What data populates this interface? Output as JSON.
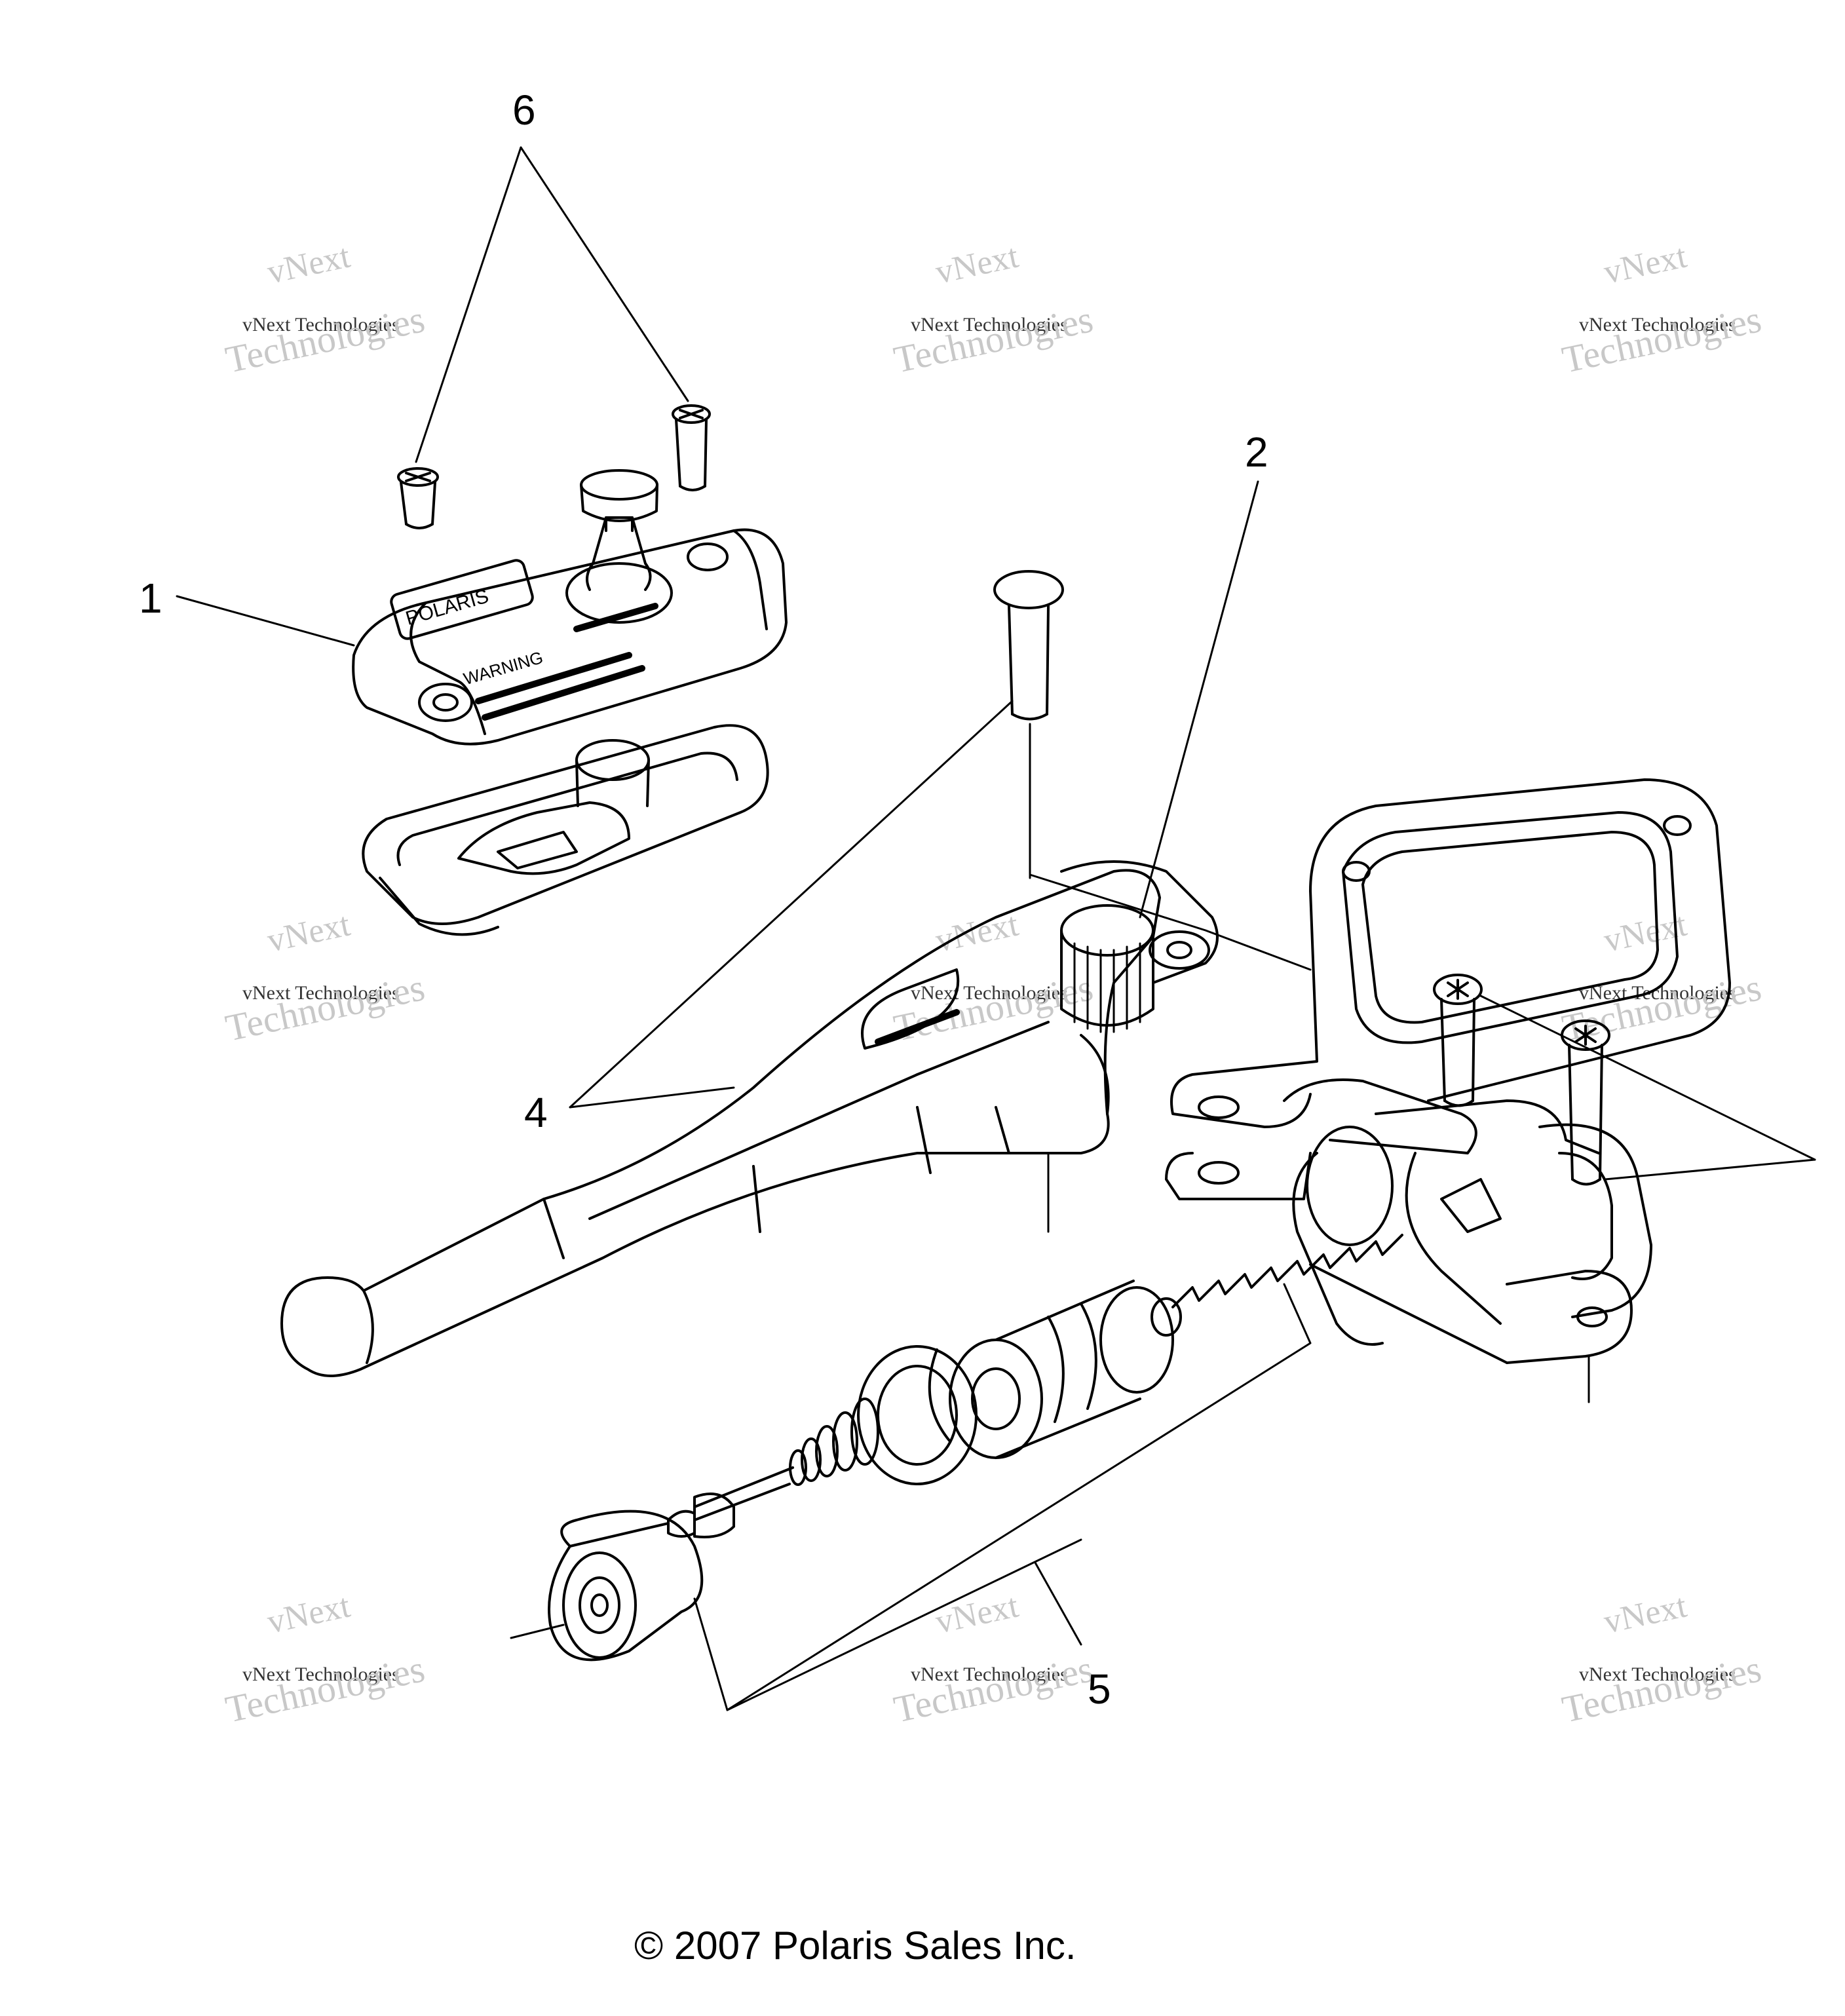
{
  "diagram": {
    "callouts": {
      "c1": "1",
      "c2": "2",
      "c4": "4",
      "c5": "5",
      "c6": "6"
    },
    "copyright": "© 2007 Polaris Sales Inc.",
    "watermark": {
      "line1": "vNext",
      "line2": "vNext Technologies",
      "line3": "Technologies",
      "color": "#c8c8c8"
    },
    "reservoir_cap_text": {
      "brand": "POLARIS",
      "warning": "WARNING"
    },
    "colors": {
      "ink": "#000000",
      "background": "#ffffff"
    }
  }
}
